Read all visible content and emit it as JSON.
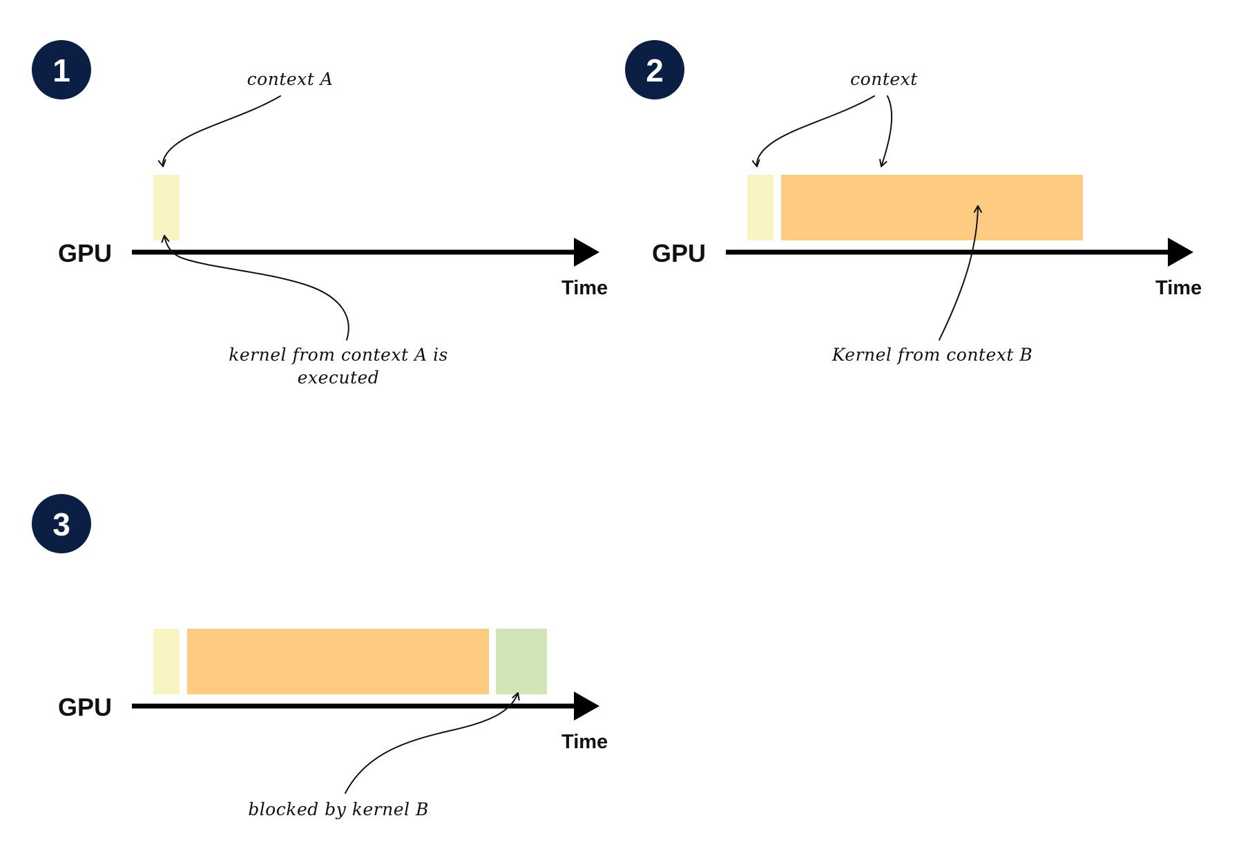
{
  "colors": {
    "badge_fill": "#0b1f45",
    "badge_text": "#ffffff",
    "axis": "#000000",
    "text": "#111111",
    "kernel_context_a": "#f9f4c3",
    "kernel_context_b": "#fdcc82",
    "kernel_blocked": "#d2e5b9"
  },
  "panels": [
    {
      "step": "1",
      "axis_label": "GPU",
      "time_label": "Time",
      "kernels": [
        "context_a"
      ],
      "annotations": [
        {
          "text_lines": [
            "context A"
          ]
        },
        {
          "text_lines": [
            "kernel from context A is",
            "executed"
          ]
        }
      ]
    },
    {
      "step": "2",
      "axis_label": "GPU",
      "time_label": "Time",
      "kernels": [
        "context_a",
        "context_b"
      ],
      "annotations": [
        {
          "text_lines": [
            "context"
          ]
        },
        {
          "text_lines": [
            "Kernel from context B"
          ]
        }
      ]
    },
    {
      "step": "3",
      "axis_label": "GPU",
      "time_label": "Time",
      "kernels": [
        "context_a",
        "context_b",
        "blocked"
      ],
      "annotations": [
        {
          "text_lines": [
            "blocked by kernel B"
          ]
        }
      ]
    }
  ]
}
